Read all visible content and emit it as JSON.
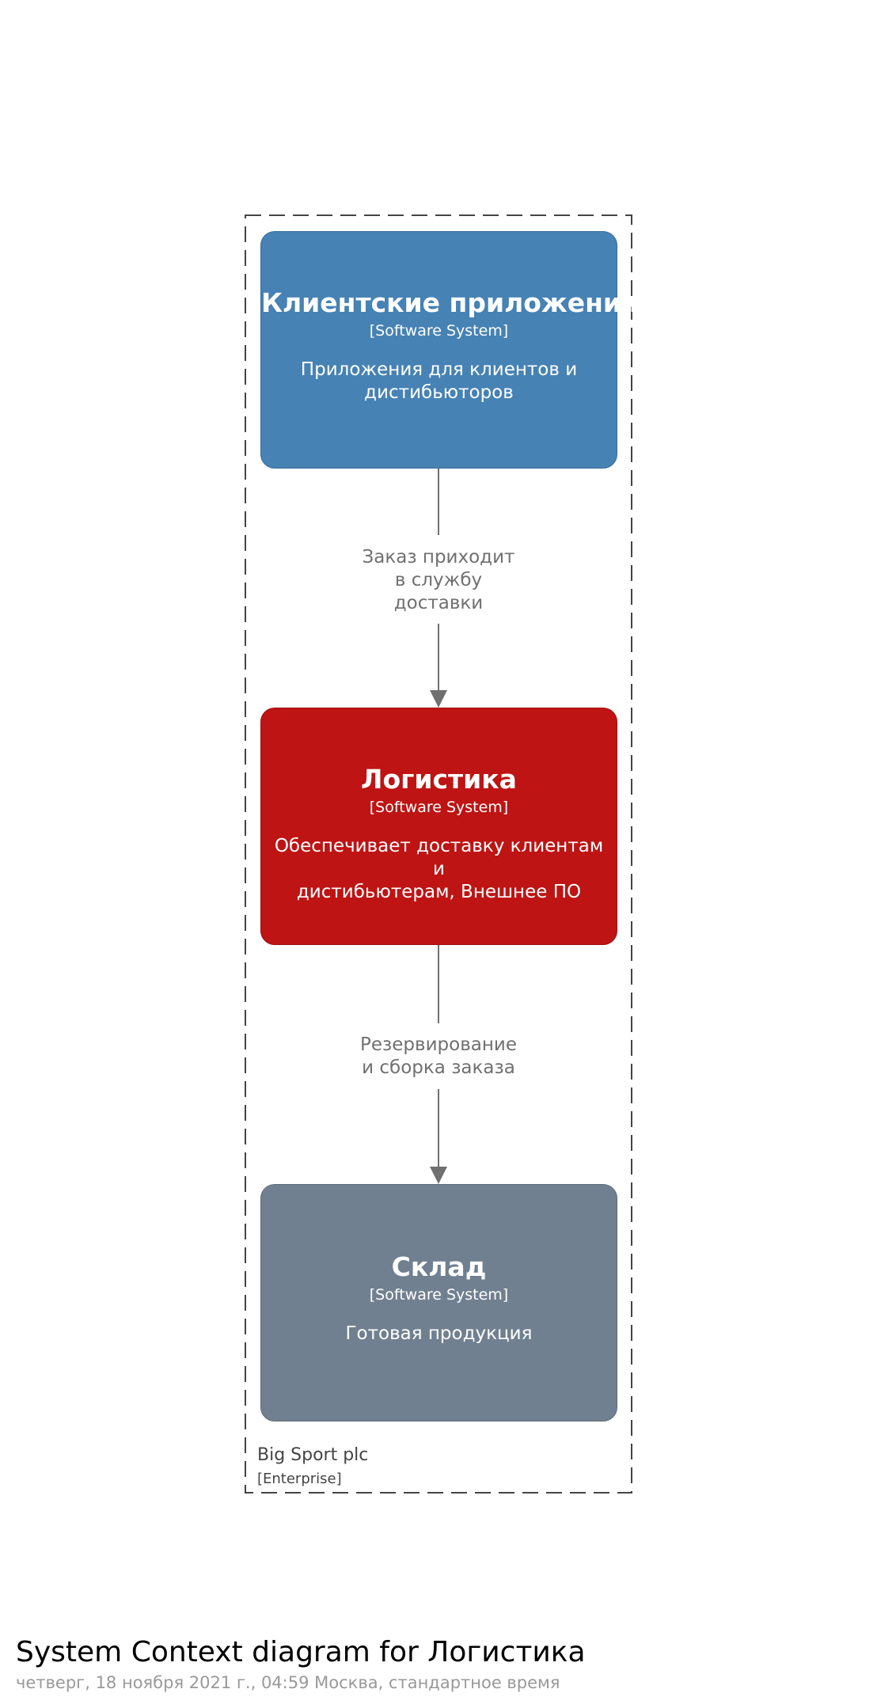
{
  "enterprise": {
    "name": "Big Sport plc",
    "type": "[Enterprise]"
  },
  "systems": [
    {
      "title": "Клиентские приложения",
      "type": "[Software System]",
      "description_lines": [
        "Приложения для клиентов и",
        "дистибьюторов"
      ],
      "color": "#4682b4"
    },
    {
      "title": "Логистика",
      "type": "[Software System]",
      "description_lines": [
        "Обеспечивает доставку клиентам и",
        "дистибьютерам, Внешнее ПО"
      ],
      "color": "#be1414"
    },
    {
      "title": "Склад",
      "type": "[Software System]",
      "description_lines": [
        "Готовая продукция"
      ],
      "color": "#708090"
    }
  ],
  "relationships": [
    {
      "label_lines": [
        "Заказ приходит",
        "в службу",
        "доставки"
      ]
    },
    {
      "label_lines": [
        "Резервирование",
        "и сборка заказа"
      ]
    }
  ],
  "footer": {
    "title": "System Context diagram for Логистика",
    "timestamp": "четверг, 18 ноября 2021 г., 04:59 Москва, стандартное время"
  }
}
